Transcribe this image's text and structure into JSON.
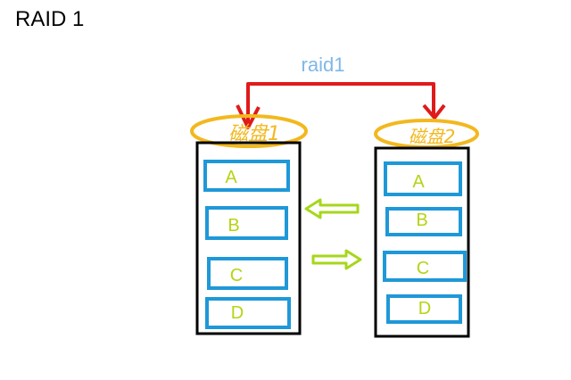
{
  "title": "RAID 1",
  "link_label": "raid1",
  "disks": [
    {
      "label": "磁盘1",
      "blocks": [
        "A",
        "B",
        "C",
        "D"
      ]
    },
    {
      "label": "磁盘2",
      "blocks": [
        "A",
        "B",
        "C",
        "D"
      ]
    }
  ],
  "colors": {
    "link": "#e01a1a",
    "link_label": "#7fb8e8",
    "disk_ellipse": "#f2b81e",
    "disk_label": "#f2b81e",
    "disk_border": "#000000",
    "block_border": "#1f98d8",
    "block_label": "#b5d414",
    "arrow": "#a6d71a"
  },
  "icons": [
    "arrow-left-icon",
    "arrow-right-icon",
    "mirror-link-arrow-icon"
  ]
}
